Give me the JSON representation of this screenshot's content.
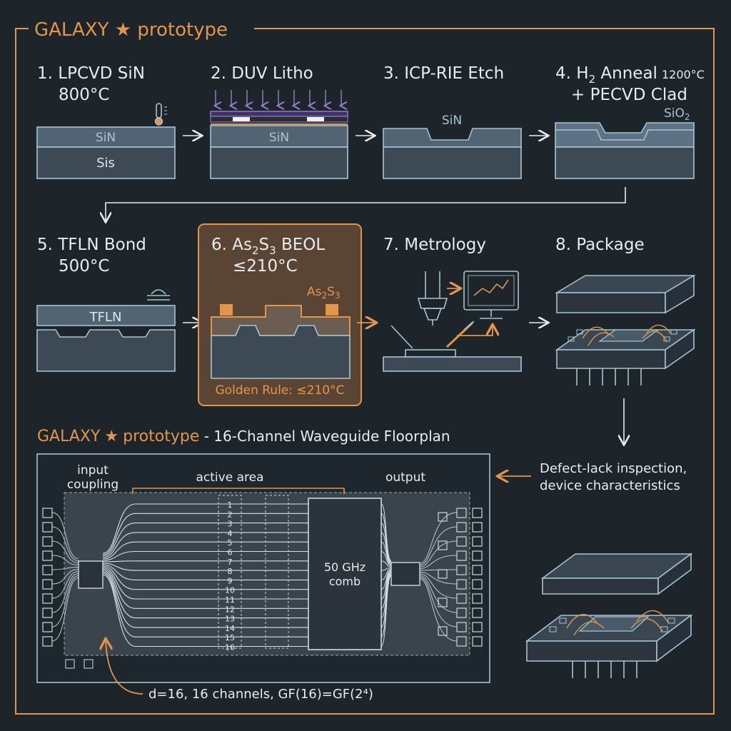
{
  "header": {
    "title_prefix": "GALAXY",
    "star": "★",
    "title_suffix": "prototype"
  },
  "steps": [
    {
      "line1": "1. LPCVD SiN",
      "line2": "800°C",
      "layer_top": "SiN",
      "layer_bottom": "Sis"
    },
    {
      "line1": "2. DUV Litho",
      "line2": "",
      "layer_top": "SiN"
    },
    {
      "line1": "3. ICP-RIE Etch",
      "line2": "",
      "layer_top": "SiN"
    },
    {
      "line1_a": "4. H",
      "line1_sub": "2",
      "line1_b": " Anneal",
      "line1_temp": "1200°C",
      "line2": "+ PECVD Clad",
      "layer_label": "SiO",
      "layer_sub": "2"
    },
    {
      "line1": "5. TFLN Bond",
      "line2": "500°C",
      "layer_top": "TFLN"
    },
    {
      "line1_a": "6. As",
      "sub1": "2",
      "mid": "S",
      "sub2": "3",
      "line1_b": " BEOL",
      "line2": "≤210°C",
      "layer_a": "As",
      "layer_sub1": "2",
      "layer_mid": "S",
      "layer_sub2": "3",
      "rule": "Golden Rule: ≤210°C"
    },
    {
      "line1": "7. Metrology"
    },
    {
      "line1": "8. Package"
    }
  ],
  "floorplan": {
    "title_prefix": "GALAXY",
    "star": "★",
    "title_mid": "prototype",
    "title_suffix": " - 16-Channel Waveguide Floorplan",
    "input_label_1": "input",
    "input_label_2": "coupling",
    "active_label": "active area",
    "output_label": "output",
    "comb_label_1": "50 GHz",
    "comb_label_2": "comb",
    "channels": [
      "1",
      "2",
      "3",
      "4",
      "5",
      "6",
      "7",
      "8",
      "9",
      "10",
      "11",
      "12",
      "13",
      "14",
      "15",
      "16"
    ],
    "footnote": "d=16, 16 channels, GF(16)=GF(2⁴)"
  },
  "inspection": {
    "line1": "Defect-lack inspection,",
    "line2": "device characteristics"
  },
  "colors": {
    "accent": "#e2954b",
    "line": "#a6c4d2",
    "background": "#1d242a"
  }
}
